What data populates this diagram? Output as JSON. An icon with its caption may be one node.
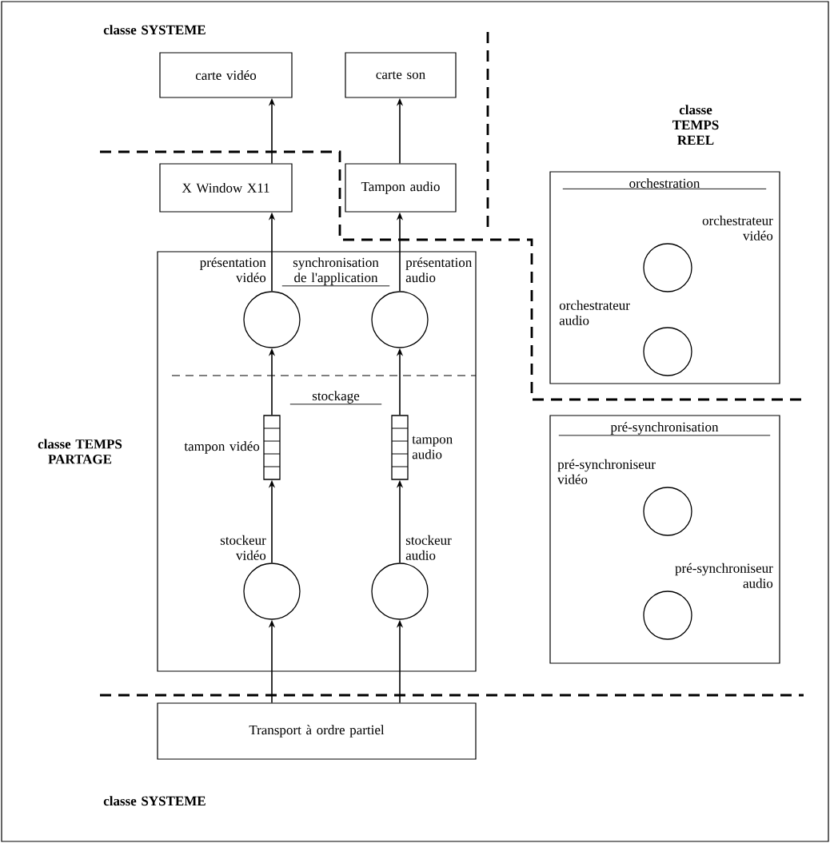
{
  "diagram": {
    "nodes": [
      {
        "text": [
          "carte vidéo"
        ]
      },
      {
        "text": [
          "carte son"
        ]
      },
      {
        "text": [
          "X Window X11"
        ]
      },
      {
        "text": [
          "Tampon audio"
        ]
      },
      {
        "text": [
          "synchronisation de l'application",
          "stockage"
        ]
      },
      {
        "text": [],
        "shape": "circle",
        "in": 4,
        "beside": [
          "présentation vidéo"
        ]
      },
      {
        "text": [],
        "shape": "circle",
        "in": 4,
        "beside": [
          "présentation audio"
        ]
      },
      {
        "text": [],
        "shape": "bar",
        "in": 4,
        "beside": [
          "tampon vidéo"
        ]
      },
      {
        "text": [],
        "shape": "bar",
        "in": 4,
        "beside": [
          "tampon audio"
        ]
      },
      {
        "text": [],
        "shape": "circle",
        "in": 4,
        "beside": [
          "stockeur vidéo"
        ]
      },
      {
        "text": [],
        "shape": "circle",
        "in": 4,
        "beside": [
          "stockeur audio"
        ]
      },
      {
        "text": [
          "Transport à ordre partiel"
        ]
      },
      {
        "text": [
          "orchestration"
        ]
      },
      {
        "text": [],
        "shape": "circle",
        "in": 12,
        "beside": [
          "orchestrateur vidéo"
        ]
      },
      {
        "text": [],
        "shape": "circle",
        "in": 12,
        "beside": [
          "orchestrateur audio"
        ]
      },
      {
        "text": [
          "pré-synchronisation"
        ]
      },
      {
        "text": [],
        "shape": "circle",
        "in": 15,
        "beside": [
          "pré-synchroniseur vidéo"
        ]
      },
      {
        "text": [],
        "shape": "circle",
        "in": 15,
        "beside": [
          "pré-synchroniseur audio"
        ]
      }
    ],
    "edges": [
      {
        "from": 11,
        "to": 9,
        "arrow": "to"
      },
      {
        "from": 11,
        "to": 10,
        "arrow": "to"
      },
      {
        "from": 9,
        "to": 7,
        "arrow": "to"
      },
      {
        "from": 10,
        "to": 8,
        "arrow": "to"
      },
      {
        "from": 7,
        "to": 5,
        "arrow": "to"
      },
      {
        "from": 8,
        "to": 6,
        "arrow": "to"
      },
      {
        "from": 5,
        "to": 2,
        "arrow": "to"
      },
      {
        "from": 6,
        "to": 3,
        "arrow": "to"
      },
      {
        "from": 2,
        "to": 0,
        "arrow": "to"
      },
      {
        "from": 3,
        "to": 1,
        "arrow": "to"
      }
    ],
    "labels": [
      "classe SYSTEME",
      "classe TEMPS REEL",
      "classe TEMPS PARTAGE",
      "classe SYSTEME"
    ]
  }
}
